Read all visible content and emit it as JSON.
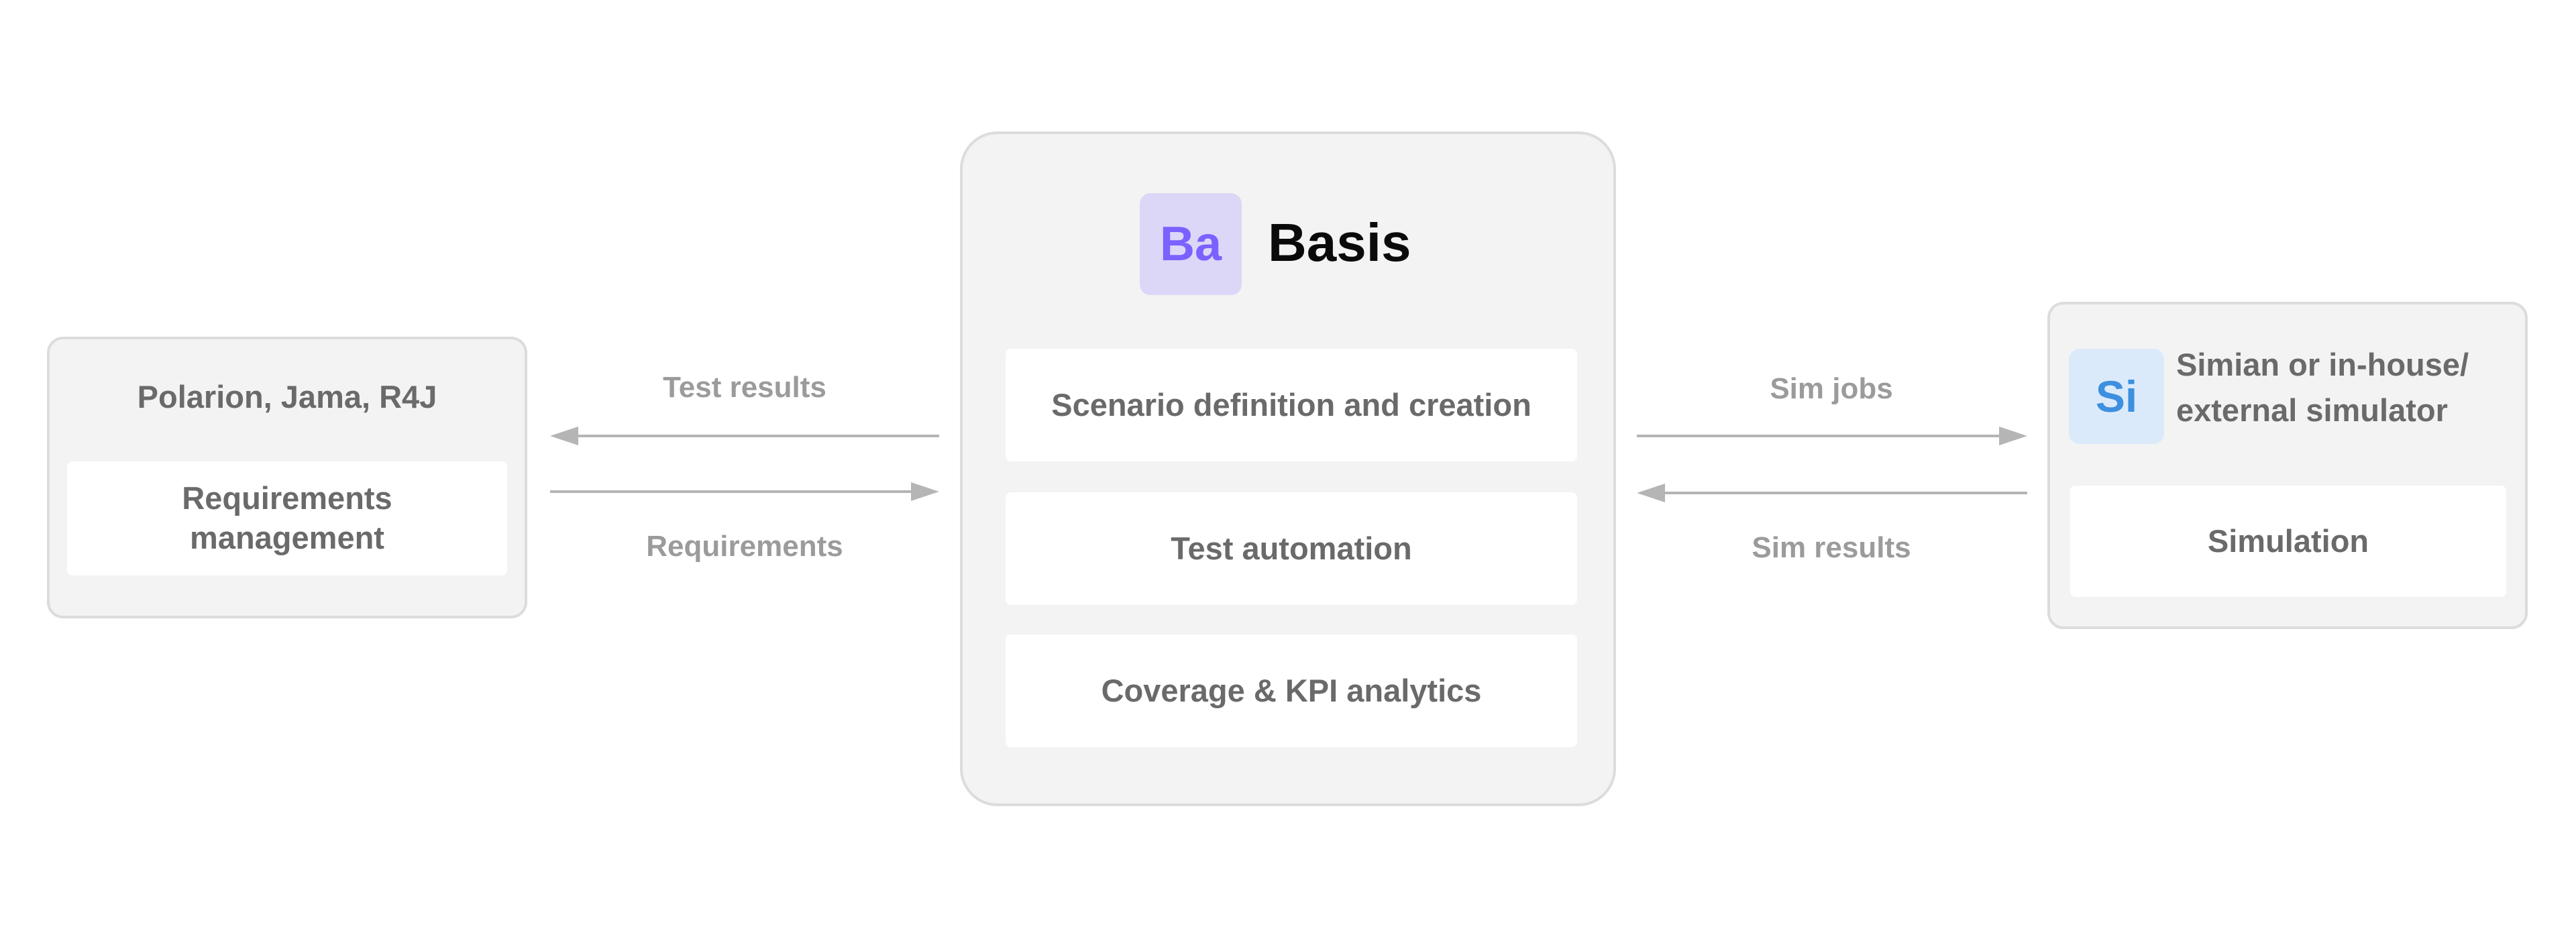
{
  "left": {
    "title": "Polarion, Jama, R4J",
    "card": "Requirements management"
  },
  "center": {
    "badge": "Ba",
    "title": "Basis",
    "cards": [
      "Scenario definition and creation",
      "Test automation",
      "Coverage & KPI analytics"
    ]
  },
  "right": {
    "badge": "Si",
    "title_line1": "Simian or in-house/",
    "title_line2": "external simulator",
    "card": "Simulation"
  },
  "arrows": {
    "test_results": "Test results",
    "requirements": "Requirements",
    "sim_jobs": "Sim jobs",
    "sim_results": "Sim results"
  },
  "colors": {
    "basis_badge_bg": "#dcd6f7",
    "basis_badge_text": "#7b61ff",
    "simian_badge_bg": "#dbeafb",
    "simian_badge_text": "#3d8fe0"
  }
}
